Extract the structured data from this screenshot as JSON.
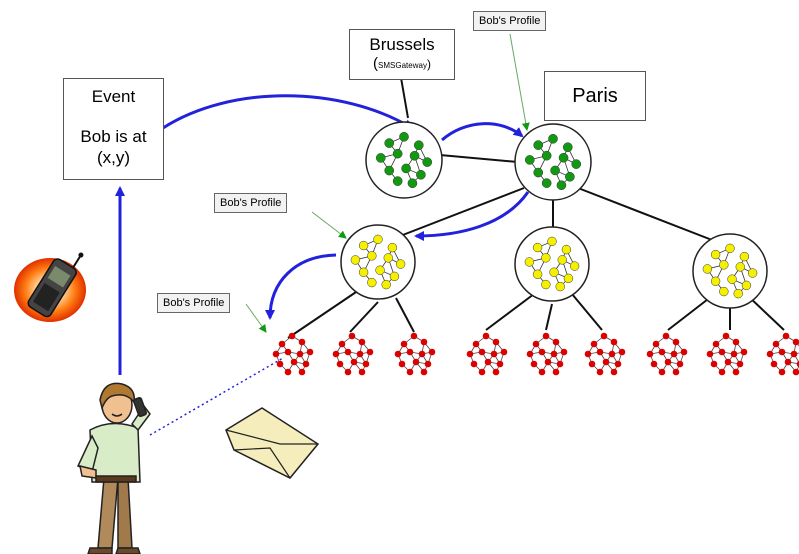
{
  "event_box": {
    "title": "Event",
    "line1": "Bob is at",
    "line2": "(x,y)"
  },
  "brussels_box": {
    "title": "Brussels",
    "open_paren": "(",
    "subtitle": "SMSGateway",
    "close_paren": ")"
  },
  "paris_box": {
    "title": "Paris"
  },
  "profile_labels": [
    "Bob's Profile",
    "Bob's Profile",
    "Bob's Profile"
  ],
  "icons": [
    "mobile-phone-icon",
    "person-on-phone-icon",
    "envelope-icon"
  ],
  "colors": {
    "arrow": "#2222dd",
    "green_node": "#119911",
    "yellow_node": "#f4f000",
    "red_node": "#dd0000",
    "edge": "#111111",
    "pointer": "#66aa66"
  }
}
